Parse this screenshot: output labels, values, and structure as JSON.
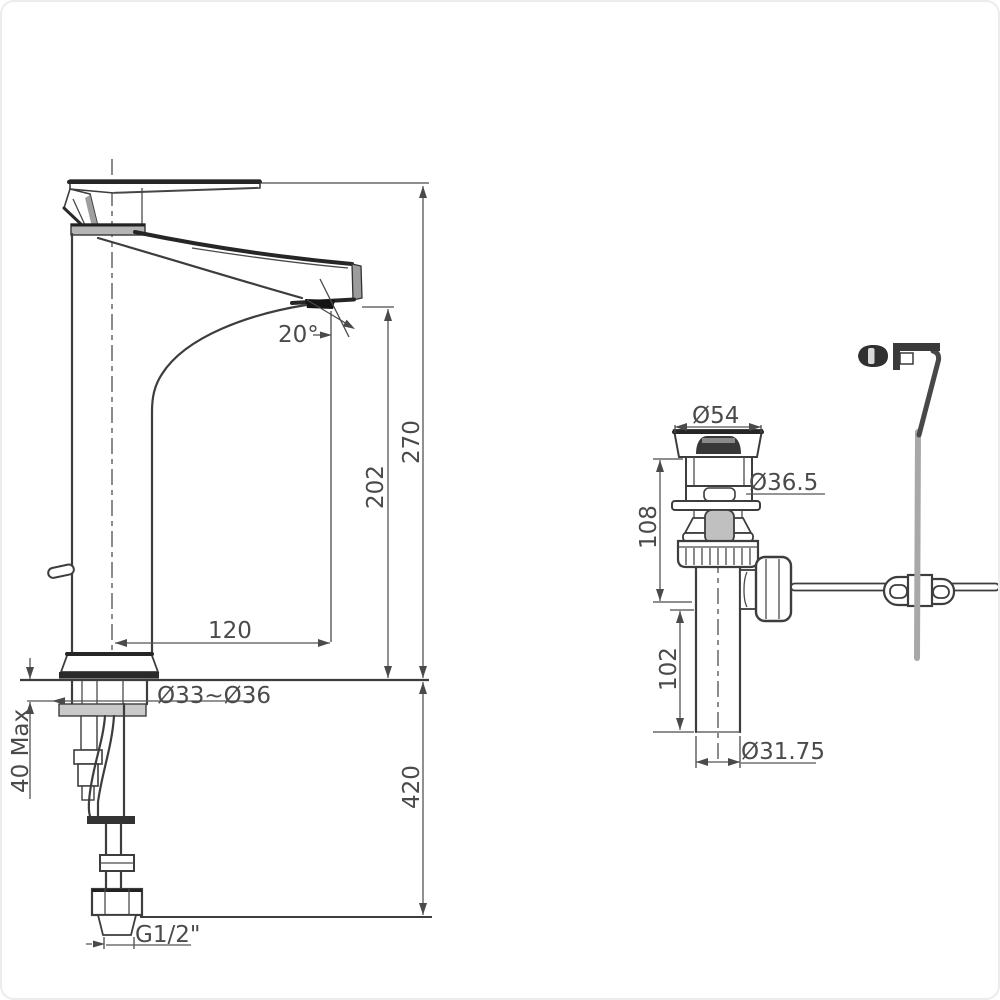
{
  "colors": {
    "line": "#3d3d3d",
    "text": "#4a4a4a",
    "shade_gray": "#9c9c9c",
    "lift_rod_gray": "#a8a8a8",
    "background": "#ffffff"
  },
  "faucet_view": {
    "spray_angle": "20°",
    "overall_height": "270",
    "spout_height": "202",
    "spout_reach": "120",
    "mounting_hole_diameter": "Ø33~Ø36",
    "max_counter_thickness": "40 Max",
    "supply_length": "420",
    "thread_size": "G1/2\""
  },
  "drain_view": {
    "cap_diameter": "Ø54",
    "body_diameter": "Ø36.5",
    "upper_height": "108",
    "tailpipe_length": "102",
    "tailpipe_diameter": "Ø31.75"
  }
}
